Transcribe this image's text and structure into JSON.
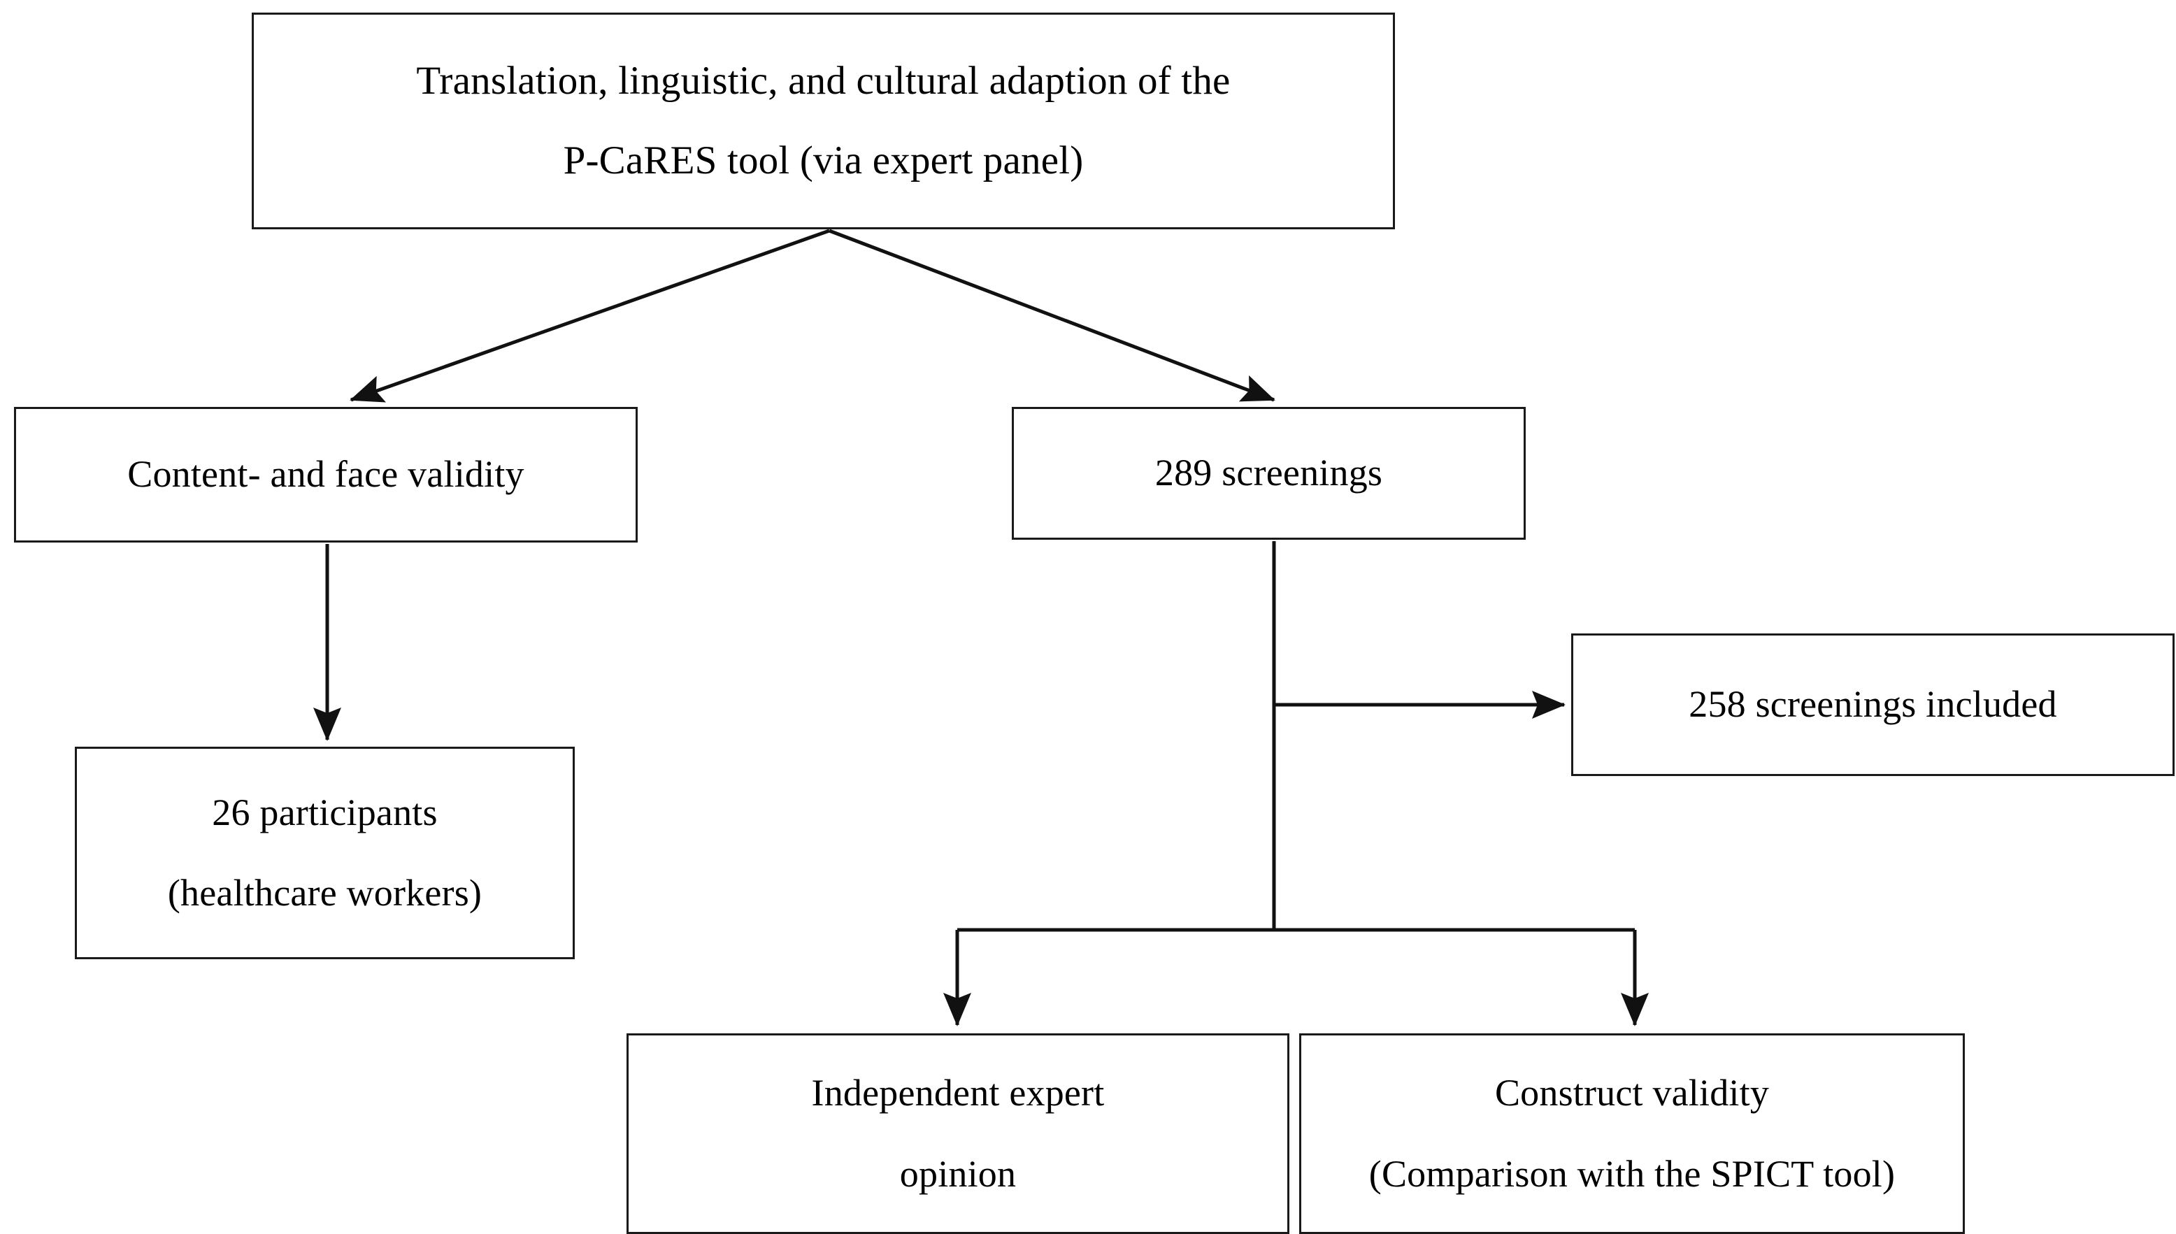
{
  "diagram": {
    "title": "P-CaRES tool validation study flowchart",
    "type": "flowchart",
    "background_color": "#ffffff",
    "line_color": "#1a1a1a",
    "text_color": "#000000",
    "nodes": [
      {
        "id": "translation",
        "name": "translation-node",
        "lines": [
          "Translation, linguistic, and cultural adaption of the",
          "P-CaRES tool (via expert panel)"
        ]
      },
      {
        "id": "content_validity",
        "name": "content-and-face-validity-node",
        "lines": [
          "Content- and face validity"
        ]
      },
      {
        "id": "screenings_289",
        "name": "289-screenings-node",
        "lines": [
          "289 screenings"
        ]
      },
      {
        "id": "screenings_258",
        "name": "258-screenings-included-node",
        "lines": [
          "258 screenings included"
        ]
      },
      {
        "id": "participants_26",
        "name": "26-participants-node",
        "lines": [
          "26 participants",
          "(healthcare workers)"
        ]
      },
      {
        "id": "expert_opinion",
        "name": "independent-expert-opinion-node",
        "lines": [
          "Independent expert",
          "opinion"
        ]
      },
      {
        "id": "construct_validity",
        "name": "construct-validity-node",
        "lines": [
          "Construct validity",
          "(Comparison with the SPICT tool)"
        ]
      }
    ],
    "edges": [
      {
        "id": "e1",
        "name": "edge-translation-to-content-validity",
        "from": "translation",
        "to": "content_validity",
        "style": "diagonal-arrow"
      },
      {
        "id": "e2",
        "name": "edge-translation-to-289-screenings",
        "from": "translation",
        "to": "screenings_289",
        "style": "diagonal-arrow"
      },
      {
        "id": "e3",
        "name": "edge-content-validity-to-26-participants",
        "from": "content_validity",
        "to": "participants_26",
        "style": "vertical-arrow"
      },
      {
        "id": "e4",
        "name": "edge-289-screenings-to-258-screenings",
        "from": "screenings_289",
        "to": "screenings_258",
        "style": "elbow-right-arrow"
      },
      {
        "id": "e5",
        "name": "edge-289-screenings-to-expert-opinion",
        "from": "screenings_289",
        "to": "expert_opinion",
        "style": "split-down-arrow"
      },
      {
        "id": "e6",
        "name": "edge-289-screenings-to-construct-validity",
        "from": "screenings_289",
        "to": "construct_validity",
        "style": "split-down-arrow"
      }
    ]
  }
}
